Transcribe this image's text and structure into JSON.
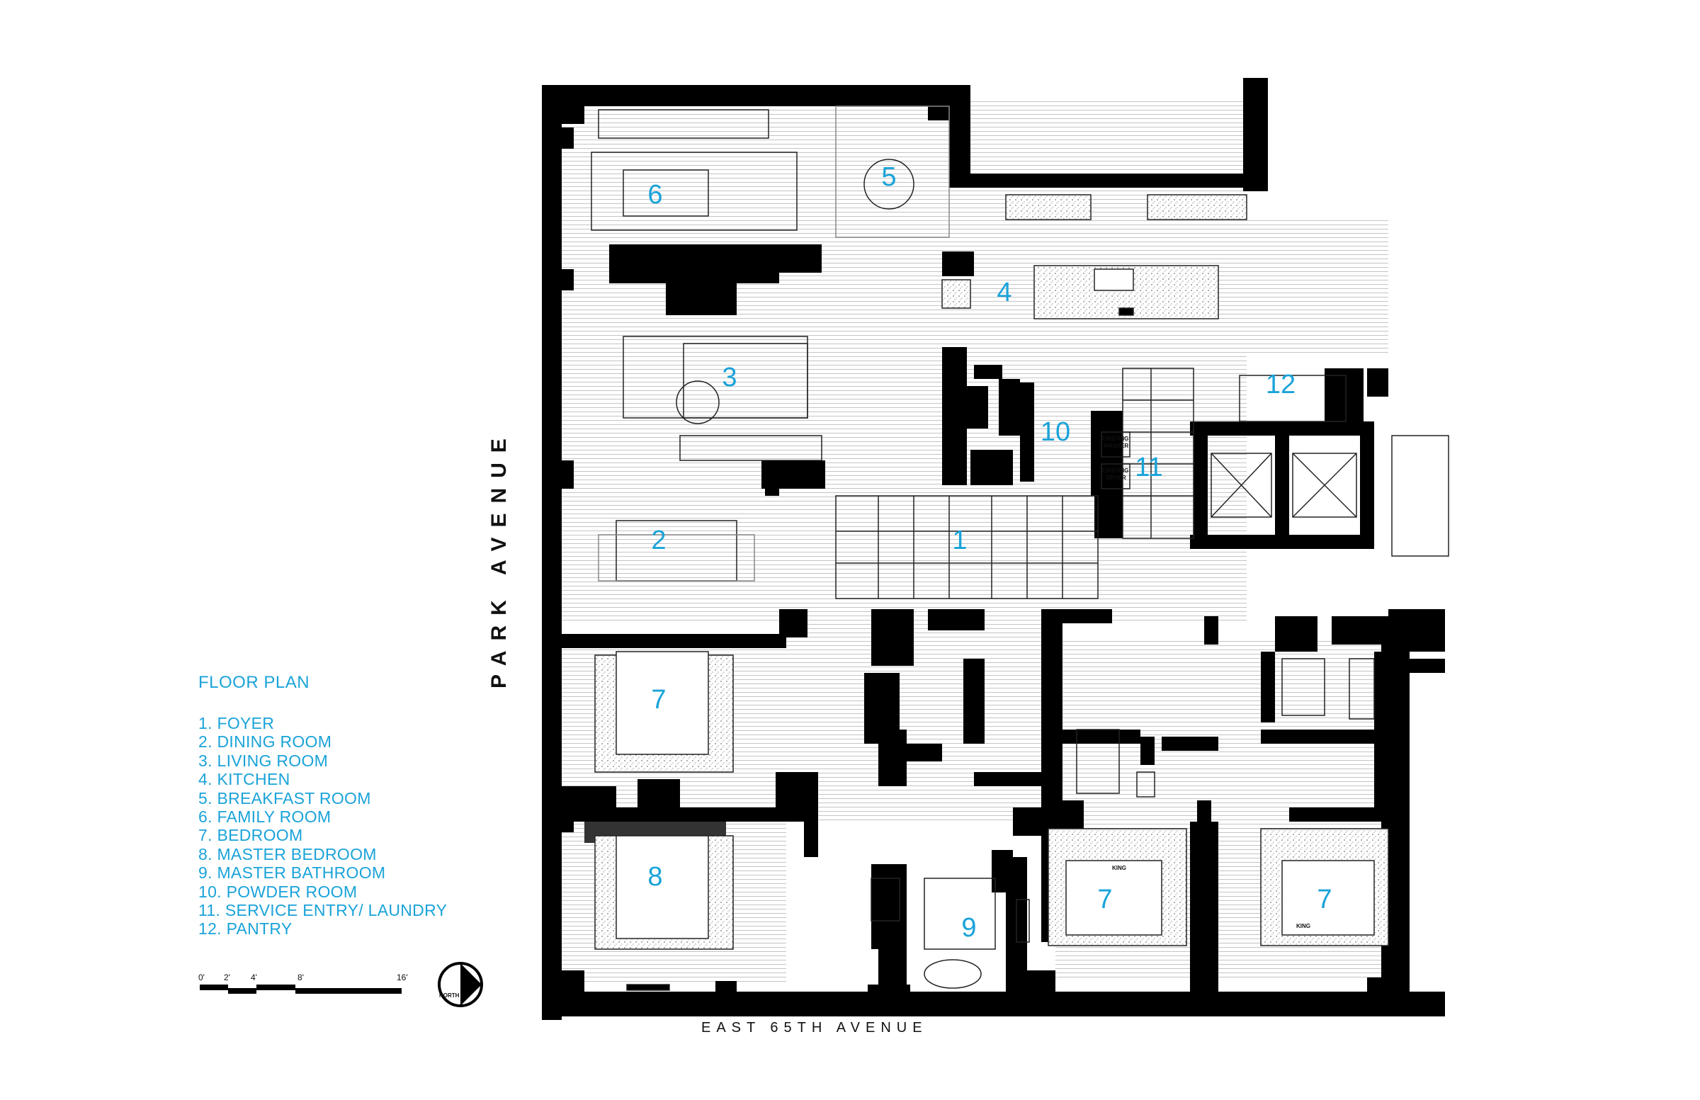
{
  "streets": {
    "west": "PARK AVENUE",
    "south": "EAST 65TH AVENUE"
  },
  "legend": {
    "title": "FLOOR PLAN",
    "items": [
      "1. FOYER",
      "2. DINING ROOM",
      "3. LIVING ROOM",
      "4. KITCHEN",
      "5. BREAKFAST ROOM",
      "6. FAMILY ROOM",
      "7. BEDROOM",
      "8. MASTER BEDROOM",
      "9. MASTER BATHROOM",
      "10. POWDER ROOM",
      "11. SERVICE ENTRY/ LAUNDRY",
      "12. PANTRY"
    ]
  },
  "room_numbers": {
    "foyer": "1",
    "dining": "2",
    "living": "3",
    "kitchen": "4",
    "breakfast": "5",
    "family": "6",
    "bedroom_a": "7",
    "bedroom_b": "7",
    "bedroom_c": "7",
    "master_bedroom": "8",
    "master_bath": "9",
    "powder": "10",
    "service": "11",
    "pantry": "12"
  },
  "scale_bar": {
    "labels": [
      "0'",
      "2'",
      "4'",
      "8'",
      "16'"
    ]
  },
  "north_arrow": {
    "label": "NORTH"
  },
  "appliance_labels": {
    "washer_1": "EXISTING",
    "washer_2": "WASHER",
    "dryer_1": "EXISTING",
    "dryer_2": "DRYER",
    "king_a": "KING",
    "king_b": "KING"
  },
  "colors": {
    "label_blue": "#1aa3d9",
    "wall_black": "#000000",
    "floor_line": "#b8b8b8"
  }
}
